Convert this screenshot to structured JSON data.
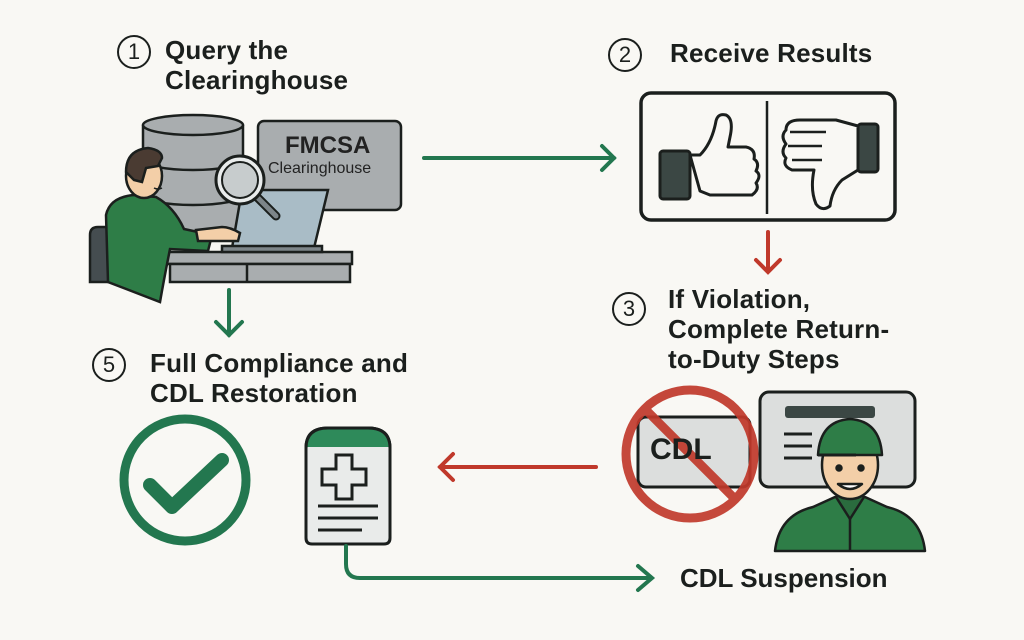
{
  "colors": {
    "green": "#23774f",
    "red": "#c0392b",
    "dark": "#1b1f1d",
    "gray": "#a9adaf",
    "background": "#f9f8f4"
  },
  "steps": [
    {
      "number": "1",
      "title_lines": [
        "Query the",
        "Clearinghouse"
      ]
    },
    {
      "number": "2",
      "title_lines": [
        "Receive Results"
      ]
    },
    {
      "number": "3",
      "title_lines": [
        "If Violation,",
        "Complete Return-",
        "to-Duty Steps"
      ]
    },
    {
      "number": "5",
      "title_lines": [
        "Full Compliance and",
        "CDL Restoration"
      ]
    }
  ],
  "illustrations": {
    "clearinghouse_screen": {
      "line1": "FMCSA",
      "line2": "Clearinghouse"
    },
    "results": {
      "left": "thumbs-up-icon",
      "right": "thumbs-down-icon"
    },
    "license_card": {
      "text": "CDL",
      "overlay": "prohibited-icon"
    },
    "compliance": "check-circle-icon",
    "medical_document": "medical-cross-icon"
  },
  "labels": {
    "suspension": "CDL Suspension"
  },
  "arrows": [
    {
      "from": "step-1",
      "to": "step-2",
      "color": "green"
    },
    {
      "from": "step-2",
      "to": "step-3",
      "color": "red"
    },
    {
      "from": "step-3",
      "to": "medical-document",
      "color": "red"
    },
    {
      "from": "medical-document",
      "to": "cdl-suspension",
      "color": "green"
    },
    {
      "from": "step-1",
      "to": "step-5",
      "color": "green"
    }
  ]
}
